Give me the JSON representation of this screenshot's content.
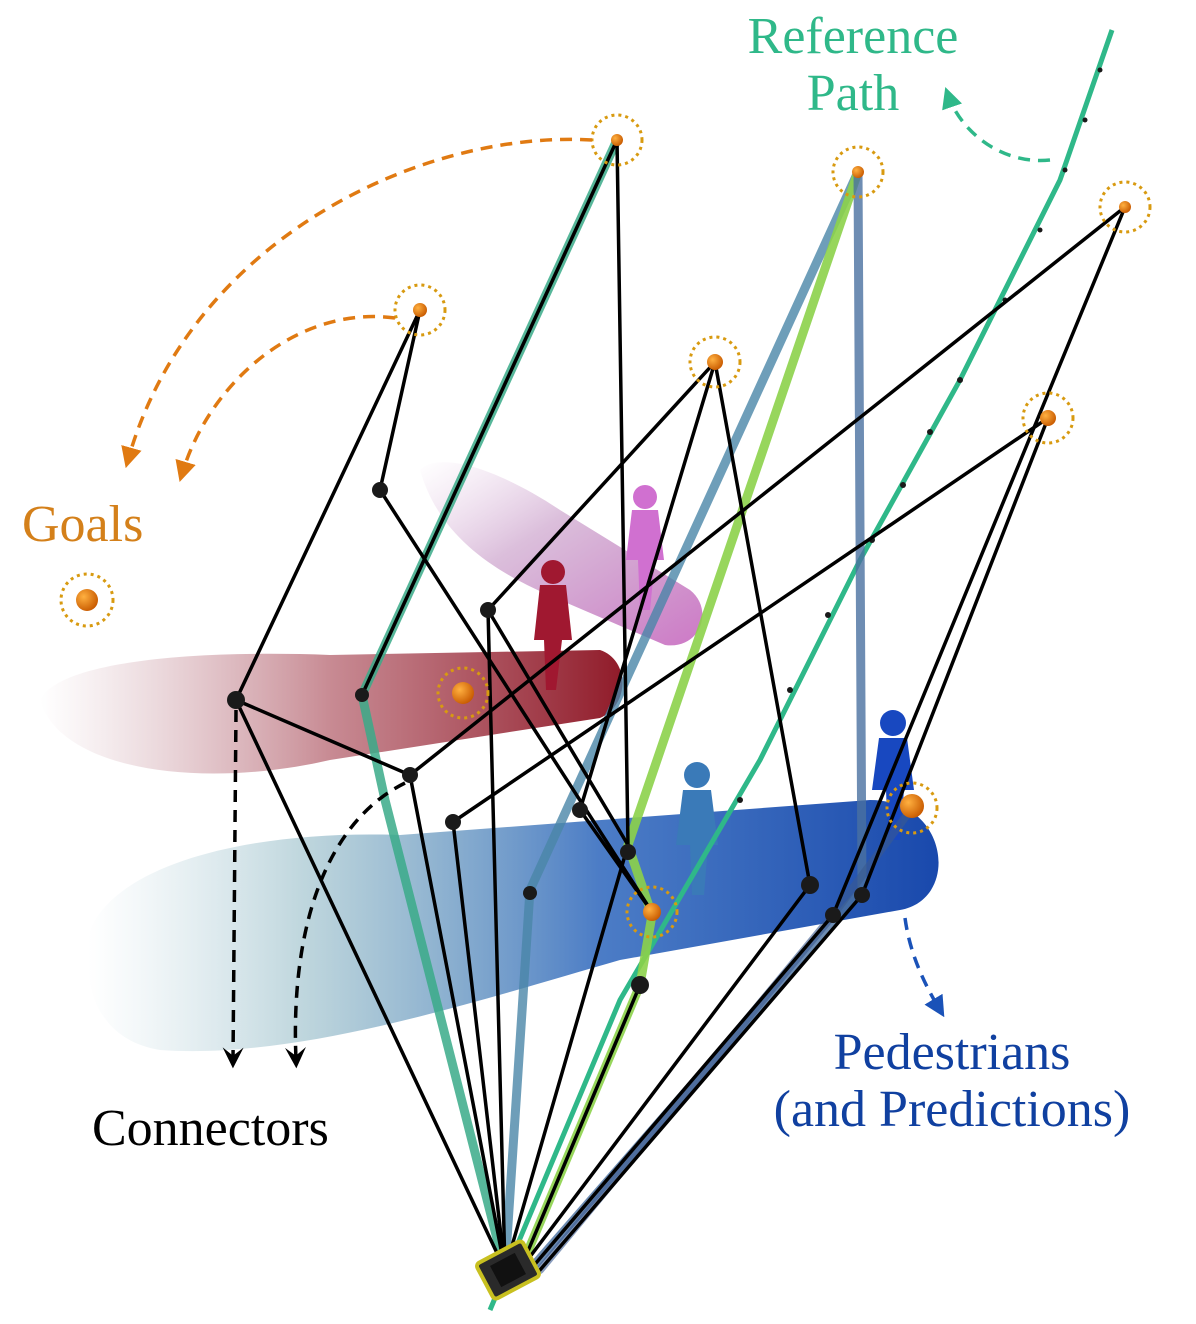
{
  "labels": {
    "reference_path": {
      "line1": "Reference",
      "line2": "Path"
    },
    "goals": "Goals",
    "connectors": "Connectors",
    "pedestrians": {
      "line1": "Pedestrians",
      "line2": "(and Predictions)"
    }
  },
  "colors": {
    "goal": "#e07a12",
    "goal_ring": "#d89a10",
    "reference_path": "#2fb889",
    "connector": "#000000",
    "pedestrians_label": "#1040a0",
    "pedestrian_red": "#8a0f1e",
    "pedestrian_pink": "#c86ac0",
    "pedestrian_blue": "#1a52b8",
    "path_green": "#8cd24a",
    "path_teal": "#2fa88a",
    "path_steel": "#4a70a0",
    "robot": "#c8c020"
  }
}
